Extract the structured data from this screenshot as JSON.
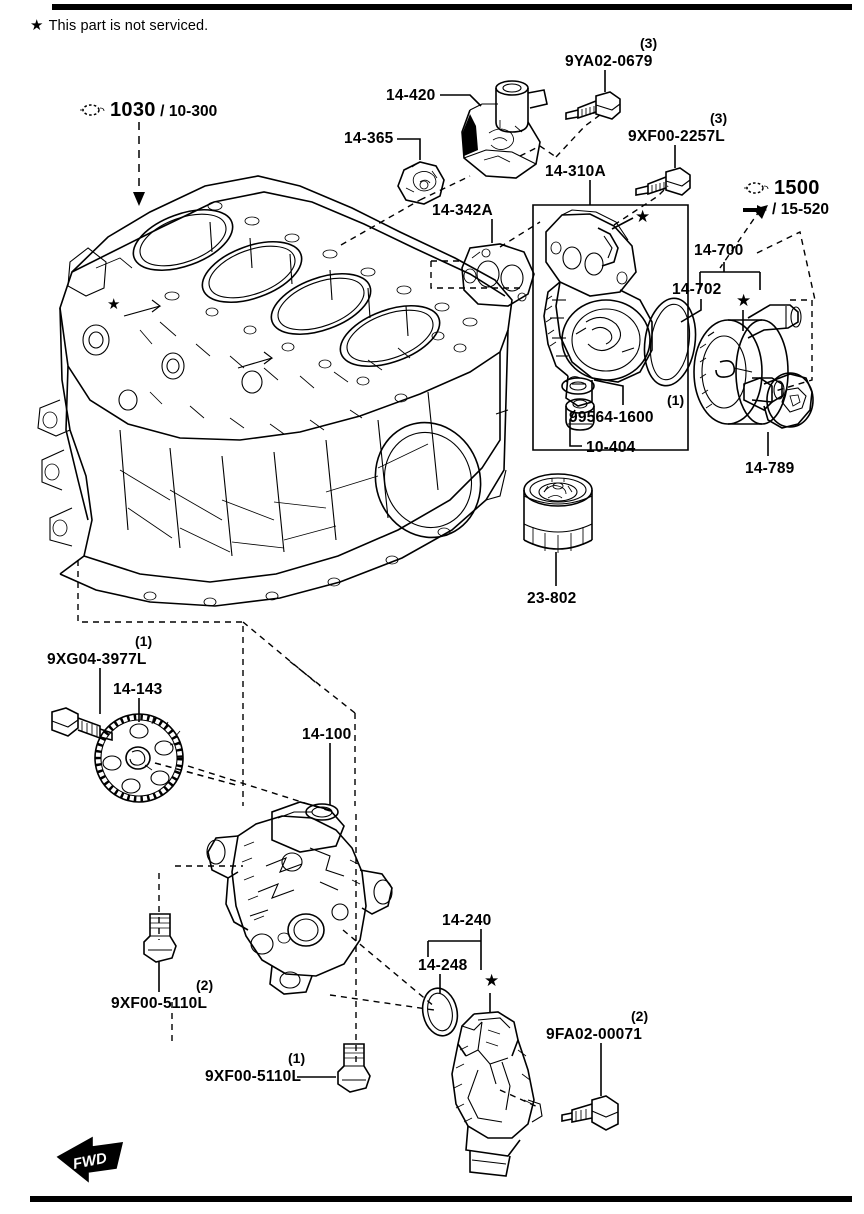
{
  "document": {
    "type": "parts-diagram",
    "title_note": "This part is not serviced.",
    "note_symbol": "★",
    "direction_marker": "FWD"
  },
  "references": [
    {
      "id": "ref-1030",
      "icon": "group-reference-icon",
      "number": "1030",
      "separator": "/",
      "section": "10-300"
    },
    {
      "id": "ref-1500",
      "icon": "group-reference-icon",
      "number": "1500",
      "separator": "/",
      "section": "15-520",
      "arrow": "arrow-left-icon"
    }
  ],
  "callouts": [
    {
      "id": "c-14-420",
      "label": "14-420",
      "qty": "",
      "star": false,
      "part": "oil-pressure-control-valve"
    },
    {
      "id": "c-14-365",
      "label": "14-365",
      "qty": "",
      "star": false,
      "part": "gasket"
    },
    {
      "id": "c-9YA02-0679",
      "label": "9YA02-0679",
      "qty": "(3)",
      "star": false,
      "part": "bolt"
    },
    {
      "id": "c-9XF00-2257L",
      "label": "9XF00-2257L",
      "qty": "(3)",
      "star": false,
      "part": "bolt"
    },
    {
      "id": "c-14-342A",
      "label": "14-342A",
      "qty": "",
      "star": false,
      "part": "gasket"
    },
    {
      "id": "c-14-310A",
      "label": "14-310A",
      "qty": "",
      "star": true,
      "part": "oil-filter-body"
    },
    {
      "id": "c-99564-1600",
      "label": "99564-1600",
      "qty": "(1)",
      "star": false,
      "part": "washer"
    },
    {
      "id": "c-10-404",
      "label": "10-404",
      "qty": "",
      "star": false,
      "part": "plug"
    },
    {
      "id": "c-23-802",
      "label": "23-802",
      "qty": "",
      "star": false,
      "part": "oil-filter"
    },
    {
      "id": "c-14-700",
      "label": "14-700",
      "qty": "",
      "star": true,
      "part": "oil-cooler-assembly"
    },
    {
      "id": "c-14-702",
      "label": "14-702",
      "qty": "",
      "star": false,
      "part": "o-ring"
    },
    {
      "id": "c-14-789",
      "label": "14-789",
      "qty": "",
      "star": false,
      "part": "oil-cooler-bolt"
    },
    {
      "id": "c-9XG04-3977L",
      "label": "9XG04-3977L",
      "qty": "(1)",
      "star": false,
      "part": "bolt"
    },
    {
      "id": "c-14-143",
      "label": "14-143",
      "qty": "",
      "star": false,
      "part": "oil-pump-gear"
    },
    {
      "id": "c-14-100",
      "label": "14-100",
      "qty": "",
      "star": false,
      "part": "oil-pump"
    },
    {
      "id": "c-9XF00-5110L-2",
      "label": "9XF00-5110L",
      "qty": "(2)",
      "star": false,
      "part": "bolt"
    },
    {
      "id": "c-9XF00-5110L-1",
      "label": "9XF00-5110L",
      "qty": "(1)",
      "star": false,
      "part": "bolt"
    },
    {
      "id": "c-14-248",
      "label": "14-248",
      "qty": "",
      "star": false,
      "part": "o-ring"
    },
    {
      "id": "c-14-240",
      "label": "14-240",
      "qty": "",
      "star": true,
      "part": "oil-strainer"
    },
    {
      "id": "c-9FA02-00071",
      "label": "9FA02-00071",
      "qty": "(2)",
      "star": false,
      "part": "bolt"
    }
  ]
}
